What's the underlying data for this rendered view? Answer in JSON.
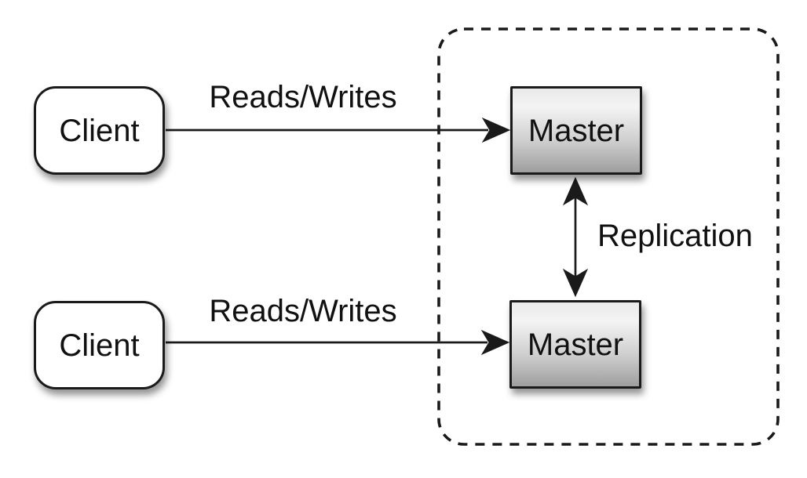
{
  "diagram": {
    "clients": [
      {
        "label": "Client"
      },
      {
        "label": "Client"
      }
    ],
    "masters": [
      {
        "label": "Master"
      },
      {
        "label": "Master"
      }
    ],
    "edges": {
      "reads_writes_top": {
        "label": "Reads/Writes"
      },
      "reads_writes_bottom": {
        "label": "Reads/Writes"
      },
      "replication": {
        "label": "Replication"
      }
    },
    "colors": {
      "background": "#ffffff",
      "line": "#1a1a1a",
      "node_border": "#1a1a1a",
      "client_fill": "#ffffff",
      "master_fill_top": "#efefef",
      "master_fill_bottom": "#9e9e9e",
      "text": "#111111"
    }
  }
}
